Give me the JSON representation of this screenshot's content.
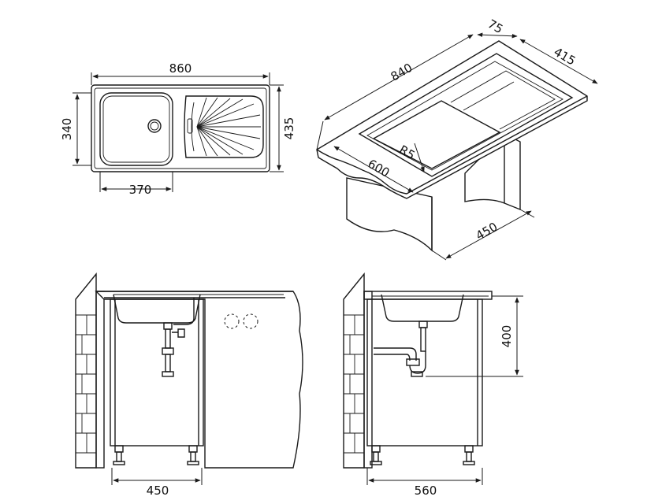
{
  "top_view": {
    "width_label": "860",
    "depth_label": "435",
    "bowl_depth_label": "340",
    "bowl_width_label": "370"
  },
  "iso_view": {
    "length_label": "840",
    "edge_label": "75",
    "drainer_label": "415",
    "cabinet_width_label": "600",
    "radius_label": "R5",
    "cabinet_depth_label": "450"
  },
  "front_view": {
    "cabinet_width_label": "450"
  },
  "side_view": {
    "cabinet_depth_label": "560",
    "height_label": "400"
  }
}
